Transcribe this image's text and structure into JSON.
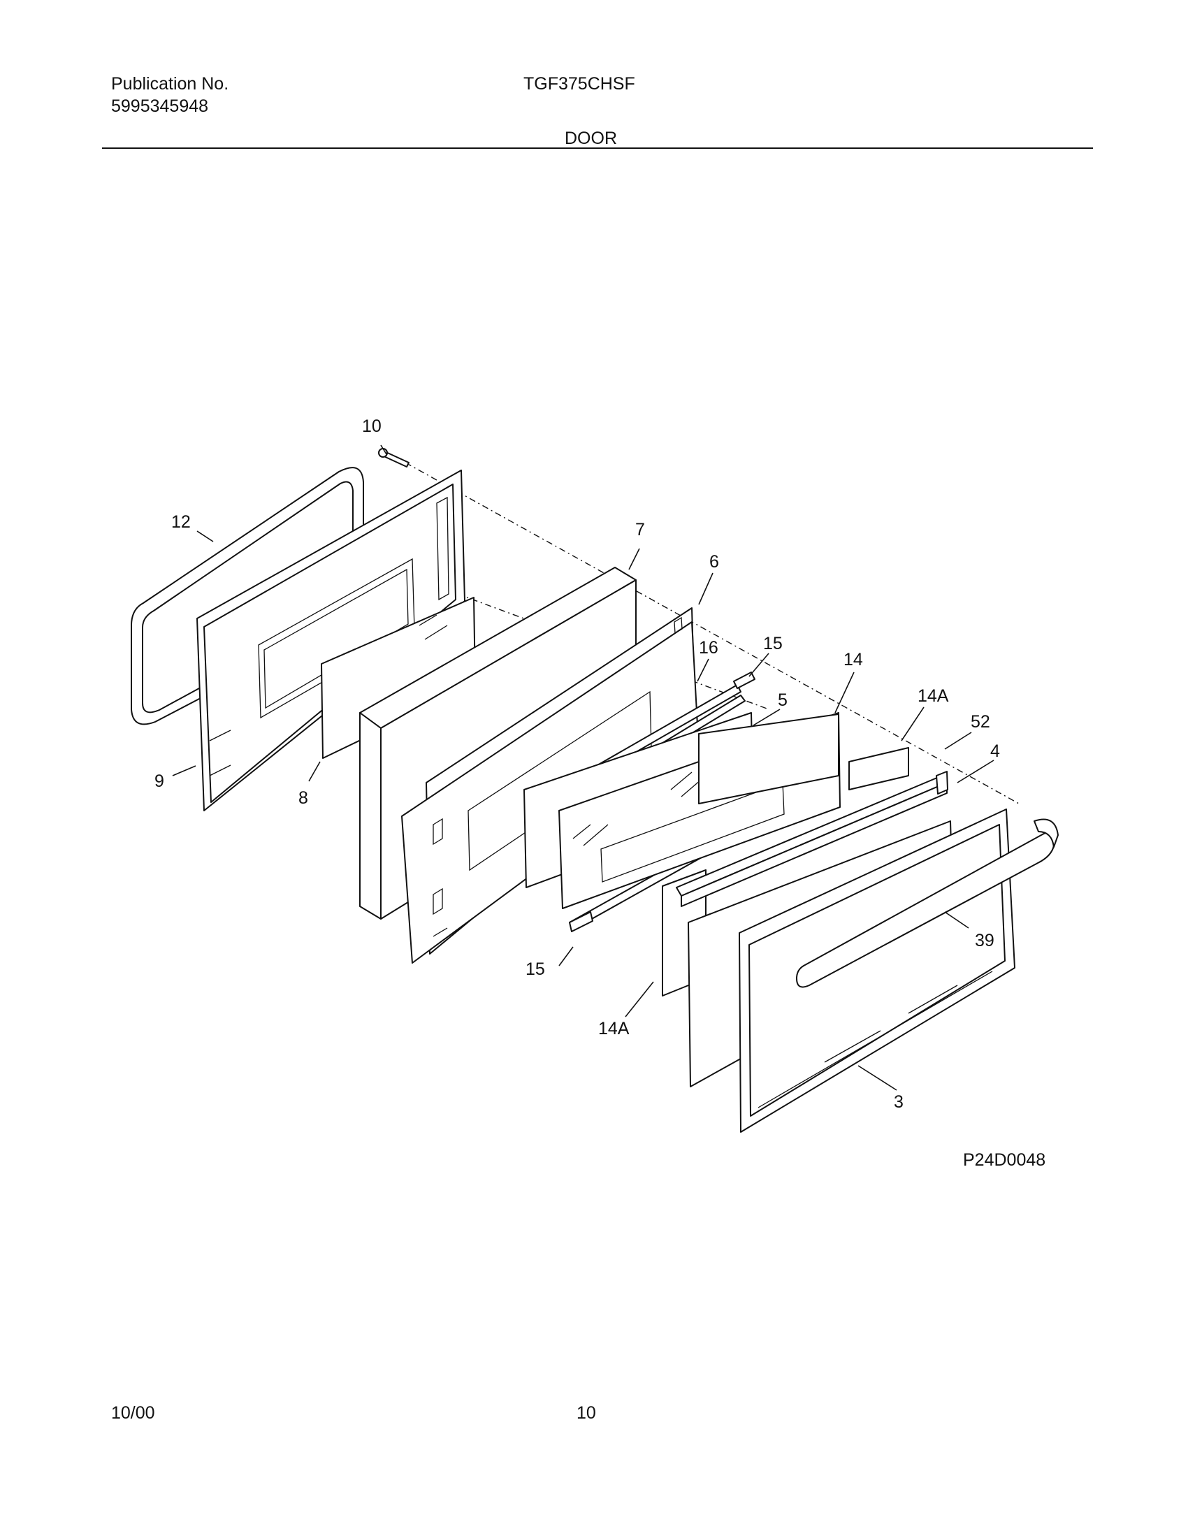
{
  "header": {
    "publication_label": "Publication No.",
    "publication_number": "5995345948",
    "model": "TGF375CHSF",
    "section_title": "DOOR"
  },
  "diagram": {
    "drawing_id": "P24D0048",
    "callouts": {
      "c10": "10",
      "c12": "12",
      "c9": "9",
      "c8": "8",
      "c7": "7",
      "c6": "6",
      "c16": "16",
      "c15_top": "15",
      "c5": "5",
      "c14": "14",
      "c14a_top": "14A",
      "c52": "52",
      "c4": "4",
      "c39": "39",
      "c15_bottom": "15",
      "c14a_bottom": "14A",
      "c3": "3"
    }
  },
  "footer": {
    "date": "10/00",
    "page": "10"
  }
}
